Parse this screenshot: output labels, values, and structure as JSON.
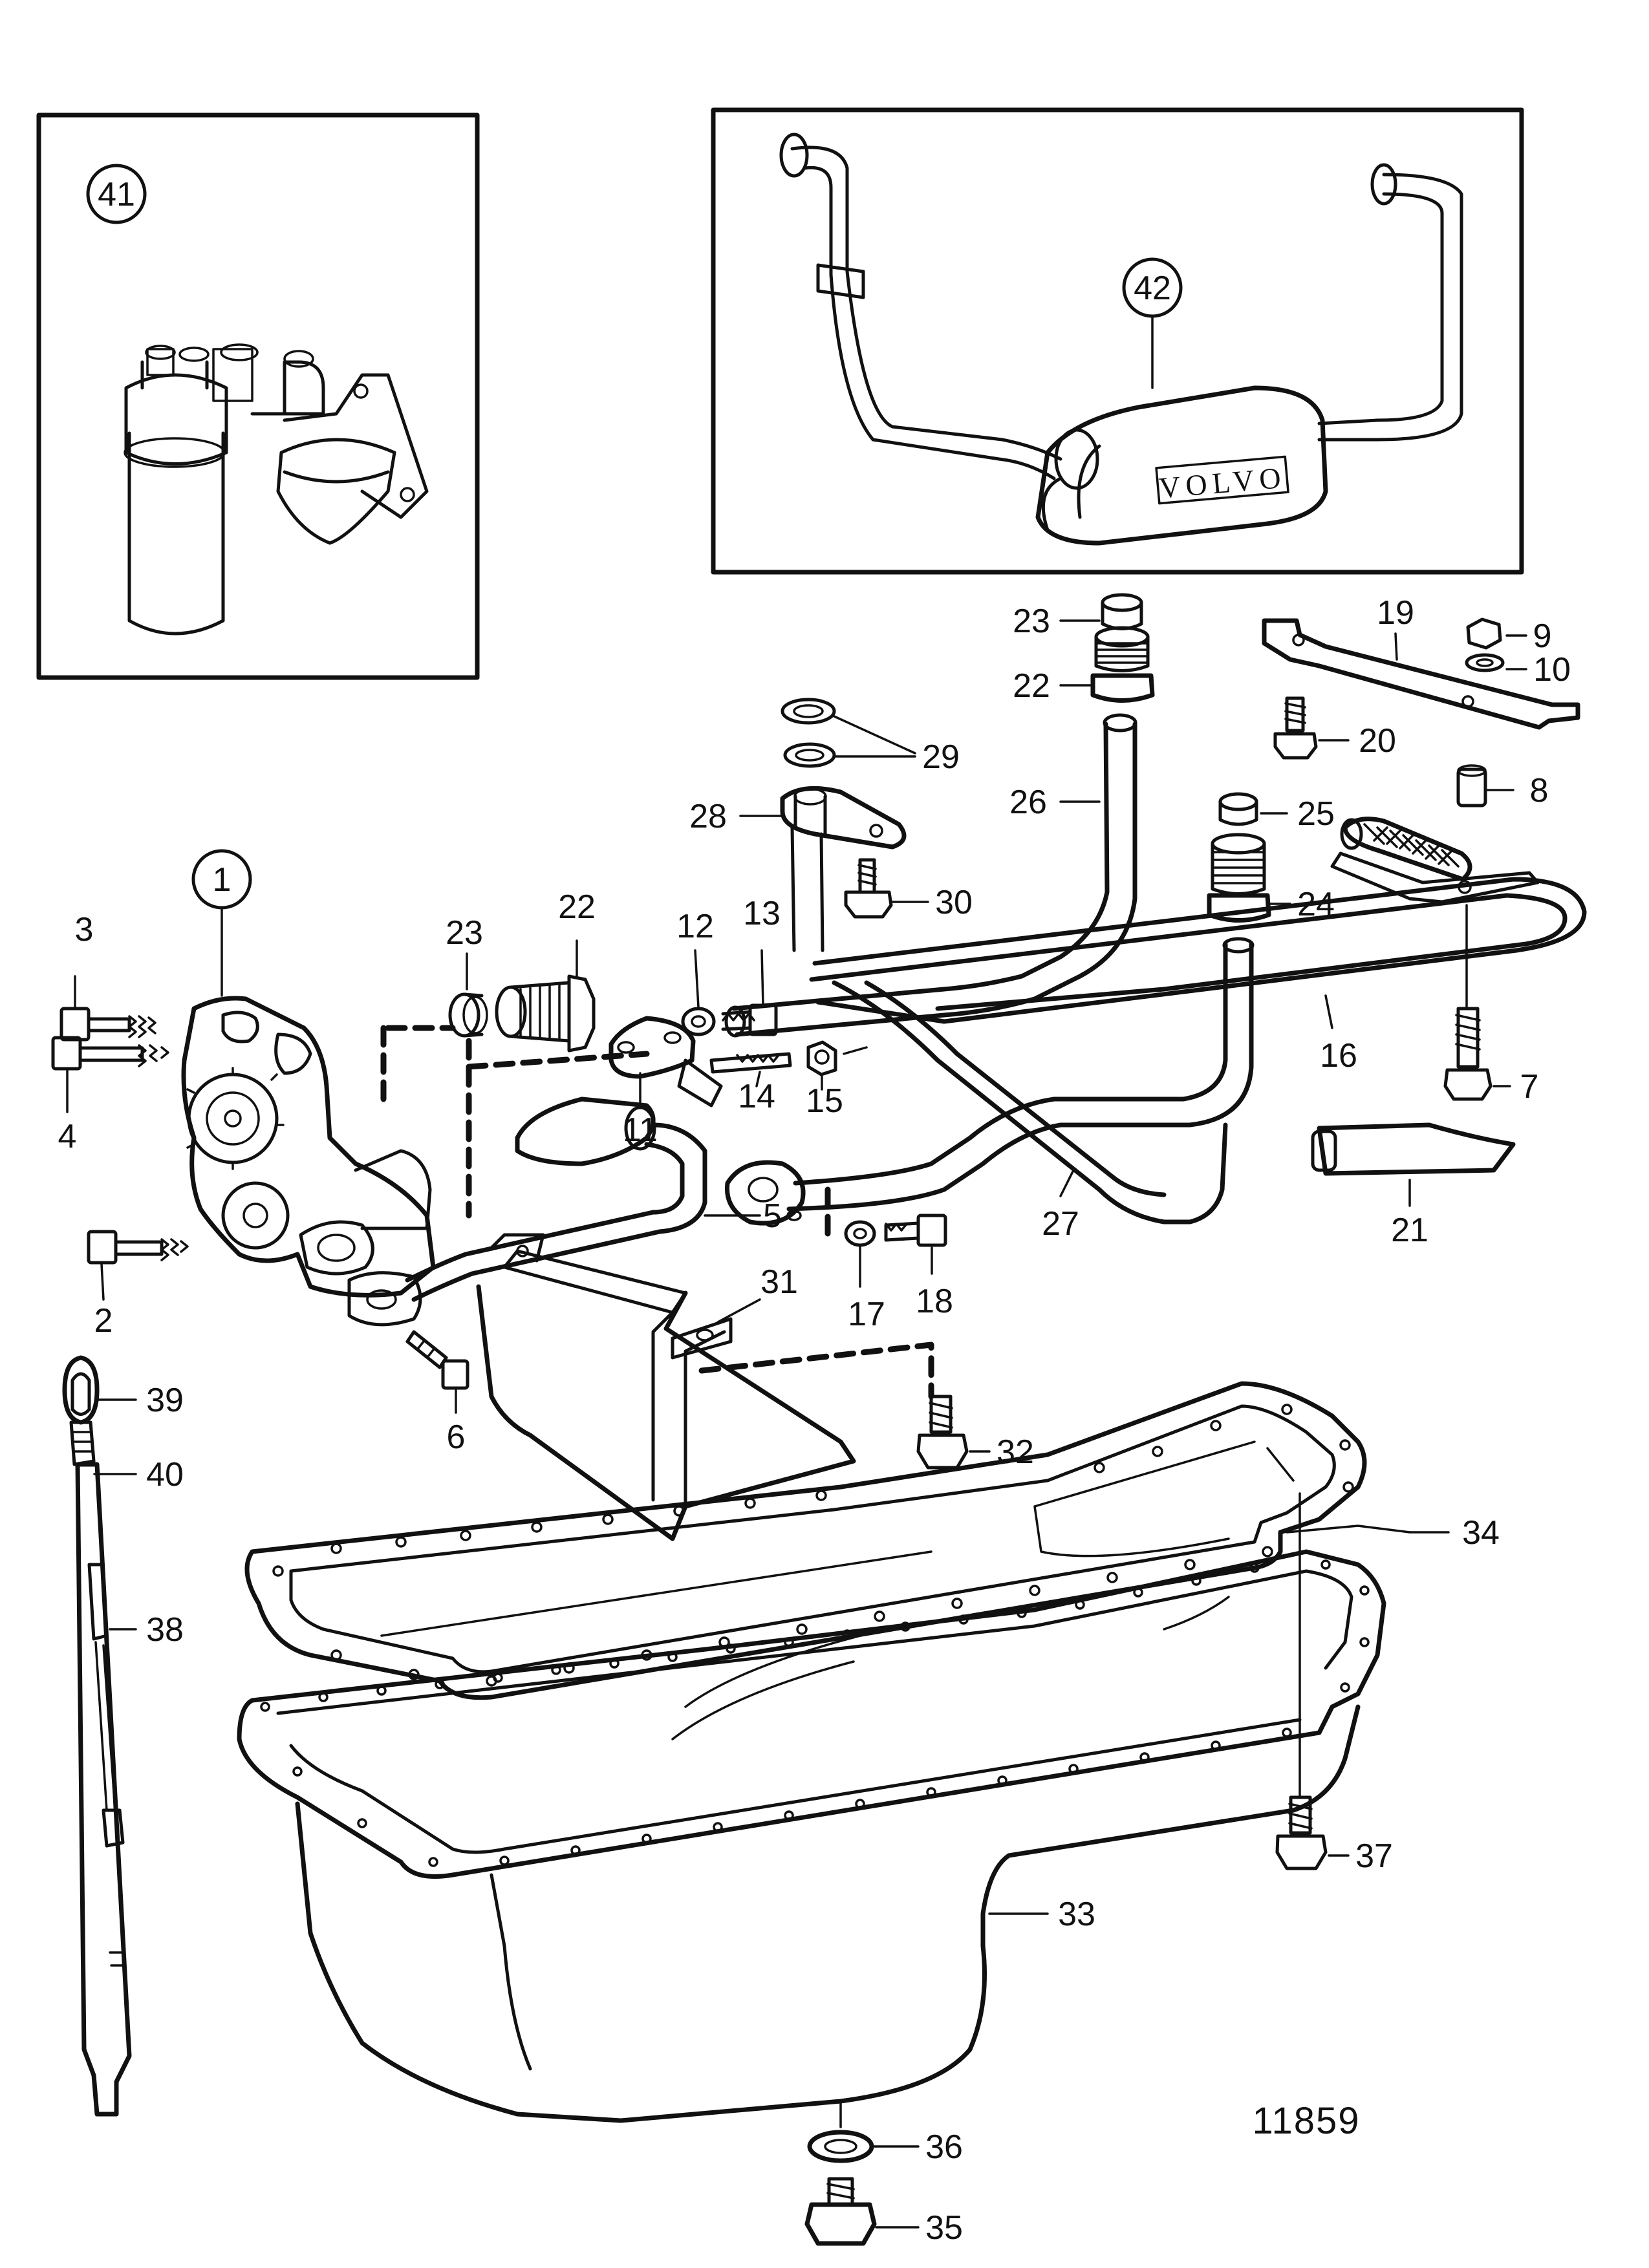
{
  "drawing_number": "11859",
  "brand_text": "VOLVO",
  "callouts": {
    "c1": "1",
    "c2": "2",
    "c3": "3",
    "c4": "4",
    "c5": "5",
    "c6": "6",
    "c7": "7",
    "c8": "8",
    "c9": "9",
    "c10": "10",
    "c11": "11",
    "c12": "12",
    "c13": "13",
    "c14": "14",
    "c15": "15",
    "c16": "16",
    "c17": "17",
    "c18": "18",
    "c19": "19",
    "c20": "20",
    "c21": "21",
    "c22a": "22",
    "c22b": "22",
    "c23a": "23",
    "c23b": "23",
    "c24": "24",
    "c25": "25",
    "c26": "26",
    "c27": "27",
    "c28": "28",
    "c29": "29",
    "c30": "30",
    "c31": "31",
    "c32": "32",
    "c33": "33",
    "c34": "34",
    "c35": "35",
    "c36": "36",
    "c37": "37",
    "c38": "38",
    "c39": "39",
    "c40": "40",
    "c41": "41",
    "c42": "42"
  }
}
